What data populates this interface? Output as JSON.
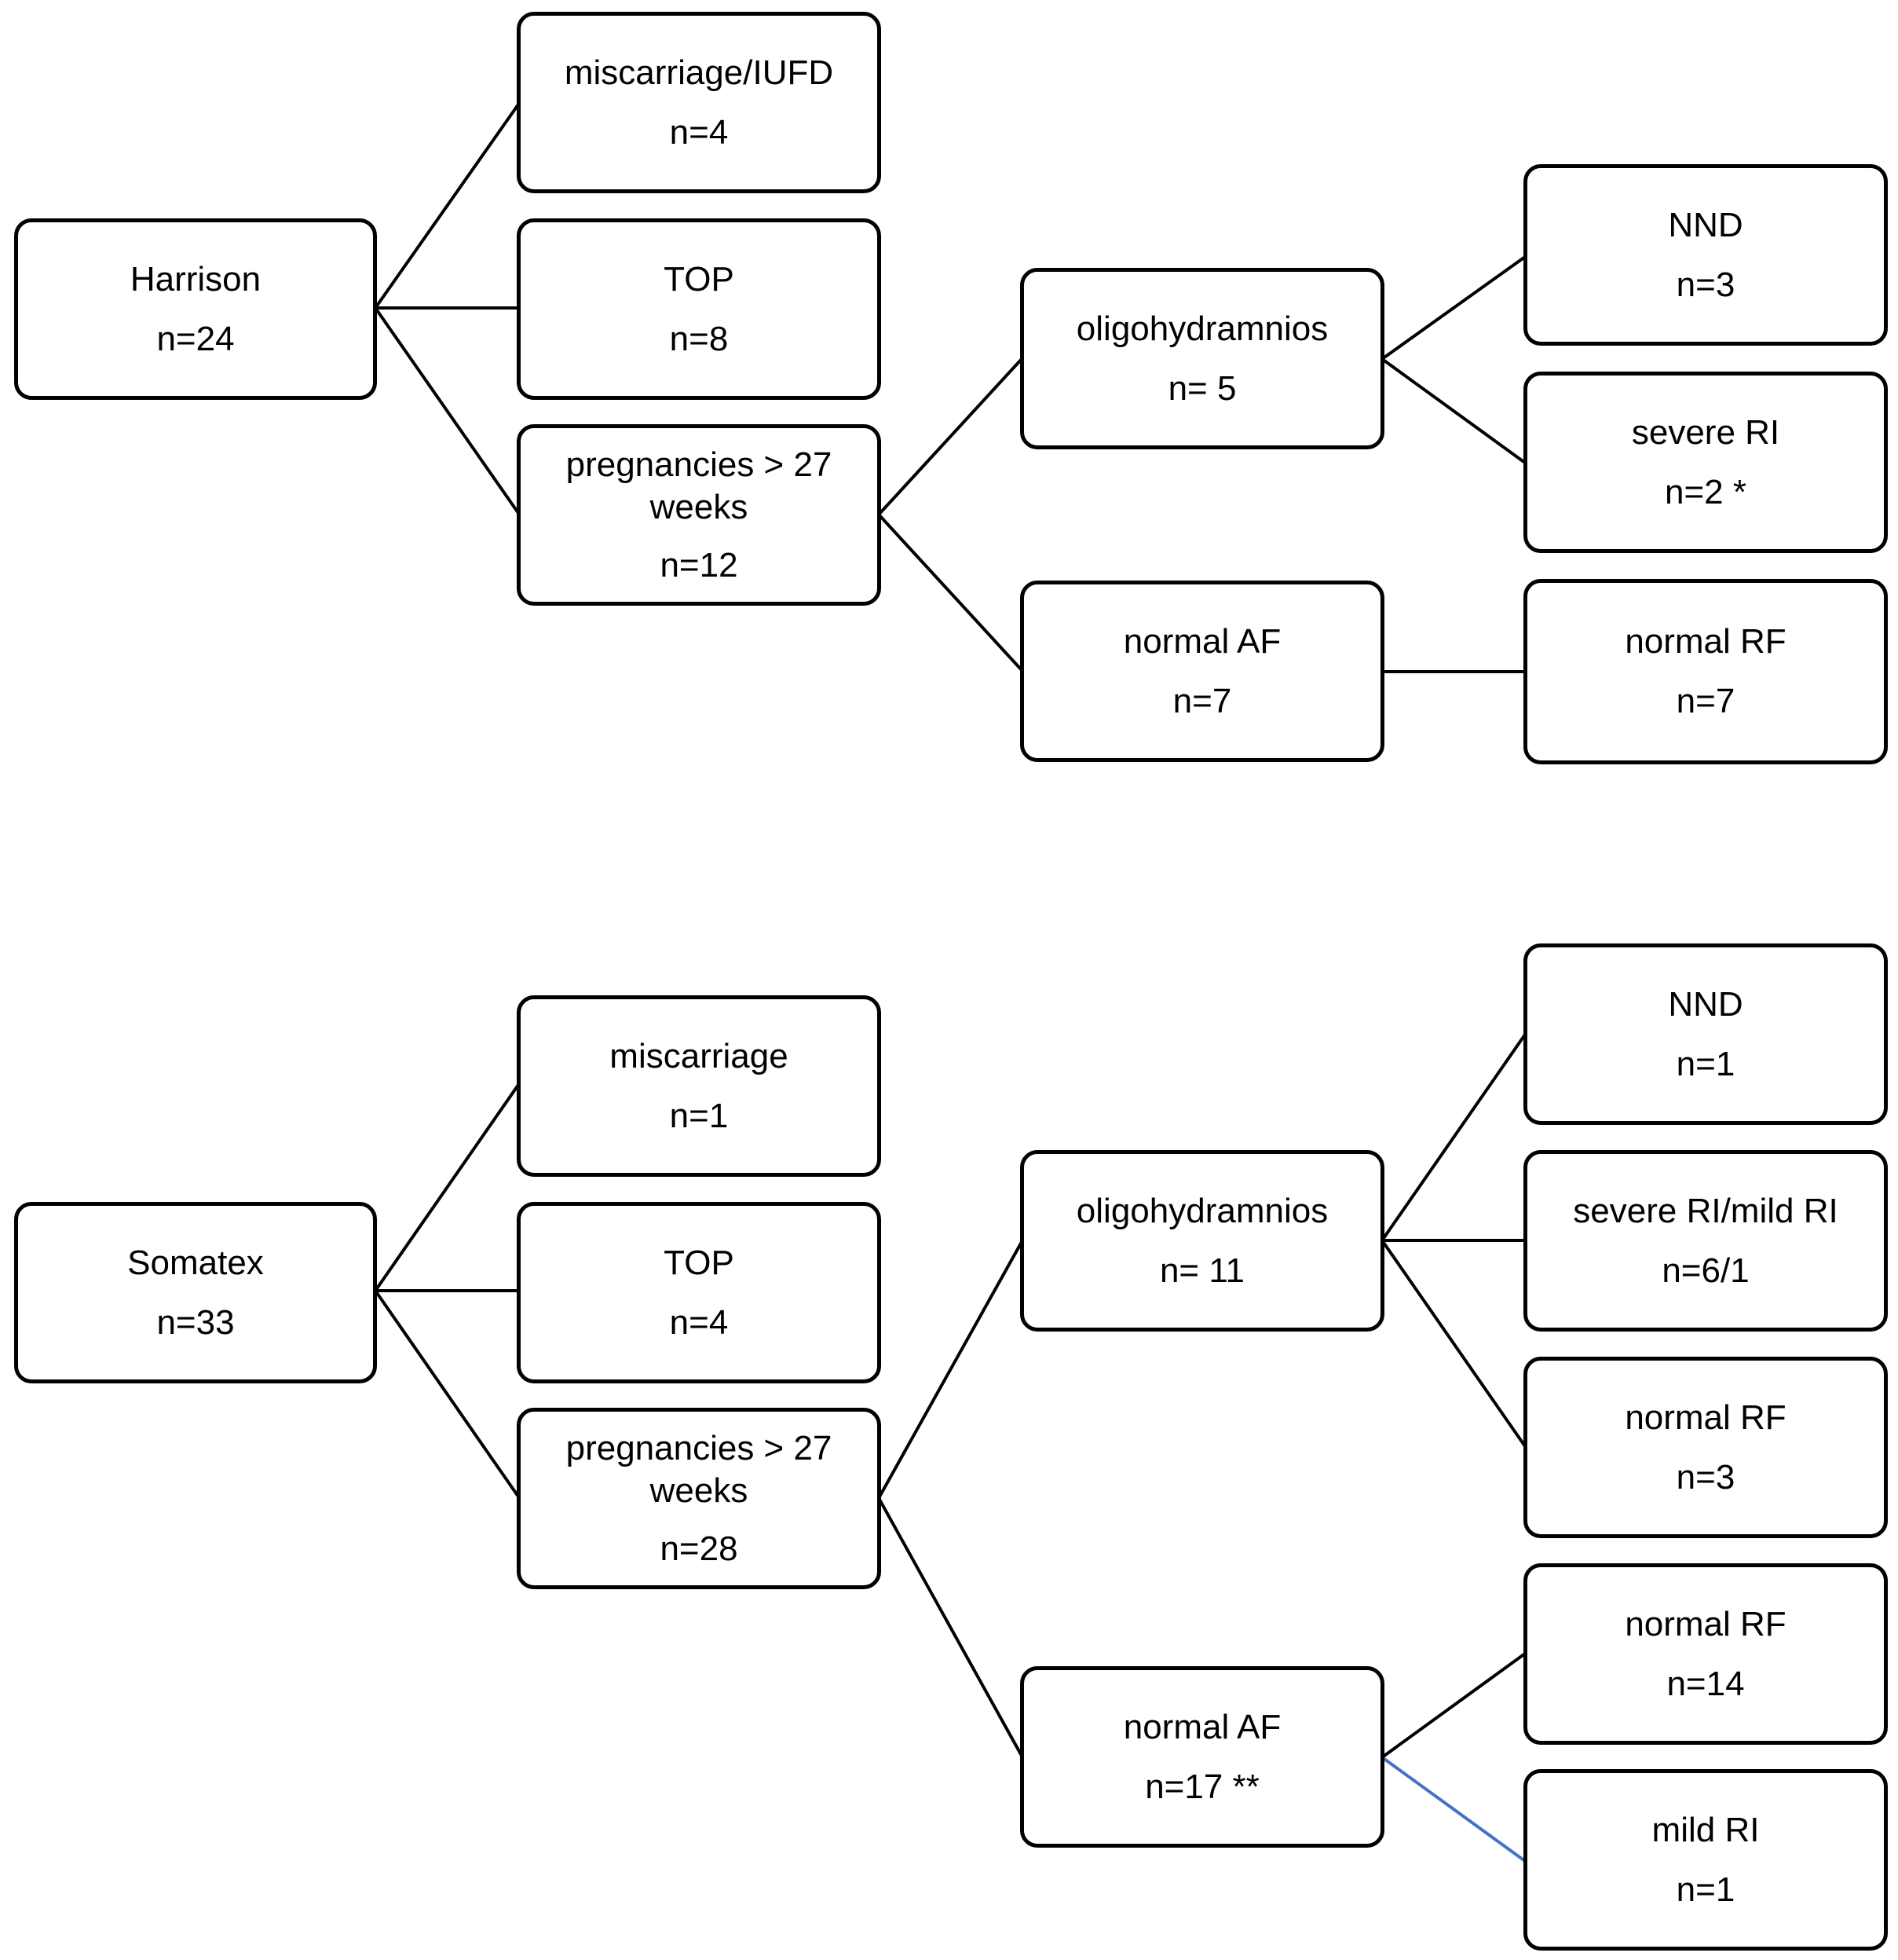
{
  "colors": {
    "line": "#000000",
    "highlight_line": "#4472C4",
    "box_border": "#000000"
  },
  "harrison": {
    "root": {
      "label": "Harrison",
      "count": "n=24"
    },
    "miscarriage": {
      "label": "miscarriage/IUFD",
      "count": "n=4"
    },
    "top": {
      "label": "TOP",
      "count": "n=8"
    },
    "pregnancies": {
      "label": "pregnancies > 27 weeks",
      "count": "n=12"
    },
    "oligo": {
      "label": "oligohydramnios",
      "count": "n= 5"
    },
    "normal_af": {
      "label": "normal AF",
      "count": "n=7"
    },
    "nnd": {
      "label": "NND",
      "count": "n=3"
    },
    "severe_ri": {
      "label": "severe RI",
      "count": "n=2 *"
    },
    "normal_rf": {
      "label": "normal RF",
      "count": "n=7"
    }
  },
  "somatex": {
    "root": {
      "label": "Somatex",
      "count": "n=33"
    },
    "miscarriage": {
      "label": "miscarriage",
      "count": "n=1"
    },
    "top": {
      "label": "TOP",
      "count": "n=4"
    },
    "pregnancies": {
      "label": "pregnancies > 27 weeks",
      "count": "n=28"
    },
    "oligo": {
      "label": "oligohydramnios",
      "count": "n= 11"
    },
    "normal_af": {
      "label": "normal AF",
      "count": "n=17 **"
    },
    "nnd": {
      "label": "NND",
      "count": "n=1"
    },
    "severe_mild_ri": {
      "label": "severe RI/mild RI",
      "count": "n=6/1"
    },
    "normal_rf_oligo": {
      "label": "normal RF",
      "count": "n=3"
    },
    "normal_rf_af": {
      "label": "normal RF",
      "count": "n=14"
    },
    "mild_ri": {
      "label": "mild RI",
      "count": "n=1"
    }
  }
}
